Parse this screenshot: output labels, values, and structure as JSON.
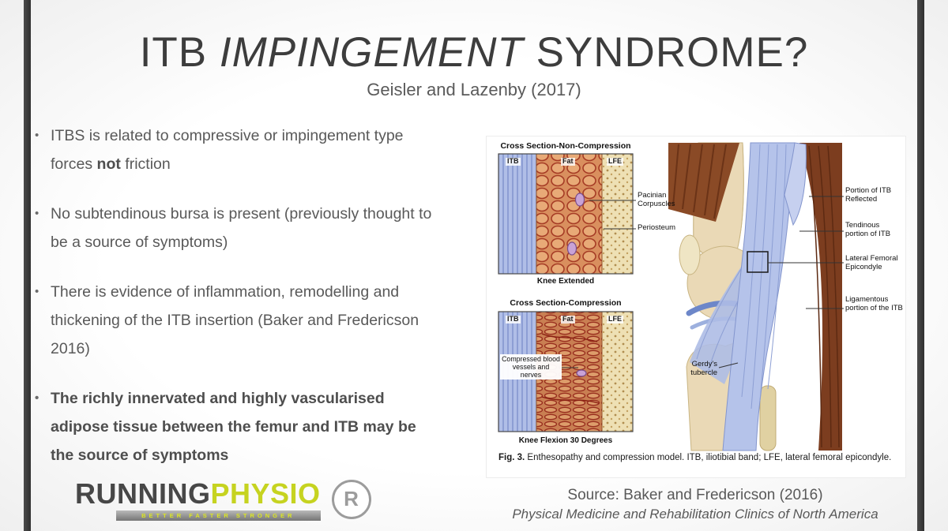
{
  "slide": {
    "title_pre": "ITB ",
    "title_italic": "IMPINGEMENT",
    "title_post": " SYNDROME?",
    "subtitle": "Geisler and Lazenby (2017)"
  },
  "bullets": [
    {
      "pre": "ITBS is related to compressive or impingement type forces ",
      "bold": "not",
      "post": " friction"
    },
    {
      "text": "No subtendinous bursa is present (previously thought to be a source of symptoms)"
    },
    {
      "text": "There is evidence of inflammation, remodelling and thickening of the ITB insertion (Baker and Fredericson 2016)"
    },
    {
      "text": "The richly innervated and highly vascularised adipose tissue between the femur and ITB may be the source of symptoms"
    }
  ],
  "figure": {
    "panel_top": {
      "title": "Cross Section-Non-Compression",
      "itb": "ITB",
      "fat": "Fat",
      "lfe": "LFE",
      "label_pacinian": "Pacinian Corpuscles",
      "label_periosteum": "Periosteum",
      "caption": "Knee Extended"
    },
    "panel_bottom": {
      "title": "Cross Section-Compression",
      "itb": "ITB",
      "fat": "Fat",
      "lfe": "LFE",
      "label_compressed": "Compressed blood vessels and nerves",
      "caption": "Knee Flexion 30 Degrees"
    },
    "knee_labels": {
      "reflected": "Portion of ITB Reflected",
      "tendinous": "Tendinous portion of ITB",
      "epicondyle": "Lateral Femoral Epicondyle",
      "ligamentous": "Ligamentous portion of the ITB",
      "gerdys": "Gerdy's tubercle"
    },
    "caption_bold": "Fig. 3.",
    "caption_text": " Enthesopathy and compression model. ITB, iliotibial band; LFE, lateral femoral epicondyle."
  },
  "source": {
    "line1": "Source: Baker and Fredericson (2016)",
    "line2": "Physical Medicine and Rehabilitation Clinics of North America"
  },
  "logo": {
    "running": "RUNNING",
    "physio": "PHYSIO",
    "tagline": "BETTER FASTER STRONGER",
    "badge": "R"
  },
  "colors": {
    "physio_yellow": "#c6d320",
    "itb_blue": "#b0bee7",
    "fat_orange": "#d98f5e",
    "bone_beige": "#e9ddb6",
    "muscle_brown": "#7c3d1f",
    "text_gray": "#595959",
    "edge_bar_dark": "#383838"
  }
}
